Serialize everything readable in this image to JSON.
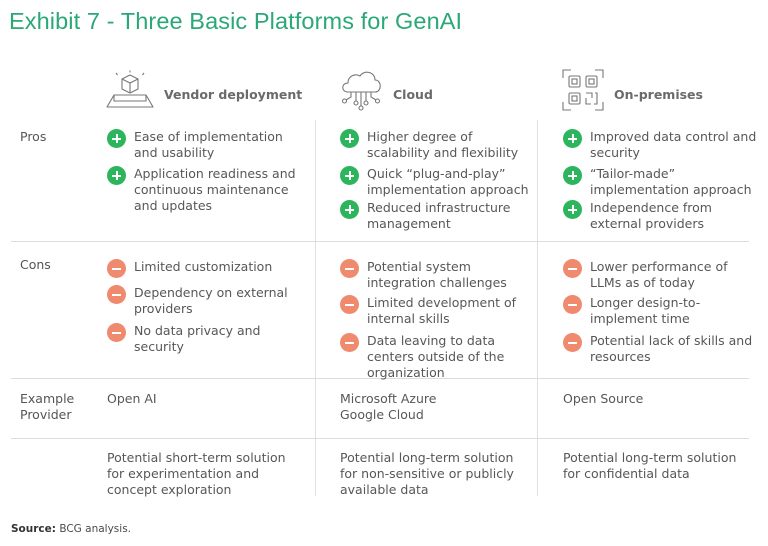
{
  "title": "Exhibit 7 - Three Basic Platforms for GenAI",
  "columns": [
    {
      "label": "Vendor deployment",
      "icon": "package-platform-icon"
    },
    {
      "label": "Cloud",
      "icon": "cloud-network-icon"
    },
    {
      "label": "On-premises",
      "icon": "qr-grid-icon"
    }
  ],
  "rows": {
    "pros": "Pros",
    "cons": "Cons",
    "provider_line1": "Example",
    "provider_line2": "Provider"
  },
  "pros": [
    [
      "Ease of implementation and usability",
      "Application readiness and continuous maintenance and updates"
    ],
    [
      "Higher degree of scalability and flexibility",
      "Quick “plug-and-play” implementation approach",
      "Reduced infrastructure management"
    ],
    [
      "Improved data control and security",
      "“Tailor-made” implementation approach",
      "Independence from external providers"
    ]
  ],
  "cons": [
    [
      "Limited customization",
      "Dependency on external providers",
      "No data privacy and security"
    ],
    [
      "Potential system integration challenges",
      "Limited development of internal skills",
      "Data leaving to data centers outside of the organization"
    ],
    [
      "Lower performance of LLMs as of today",
      "Longer design-to-implement time",
      "Potential lack of skills and resources"
    ]
  ],
  "providers": [
    [
      "Open AI"
    ],
    [
      "Microsoft Azure",
      "Google Cloud"
    ],
    [
      "Open Source"
    ]
  ],
  "summaries": [
    "Potential short-term solution for experimentation and concept exploration",
    "Potential long-term solution for non-sensitive or publicly available data",
    "Potential long-term solution for confidential data"
  ],
  "source": {
    "label": "Source:",
    "text": "BCG analysis."
  },
  "colors": {
    "title": "#2aa878",
    "pro": "#2db55d",
    "con": "#ef8a6e"
  }
}
